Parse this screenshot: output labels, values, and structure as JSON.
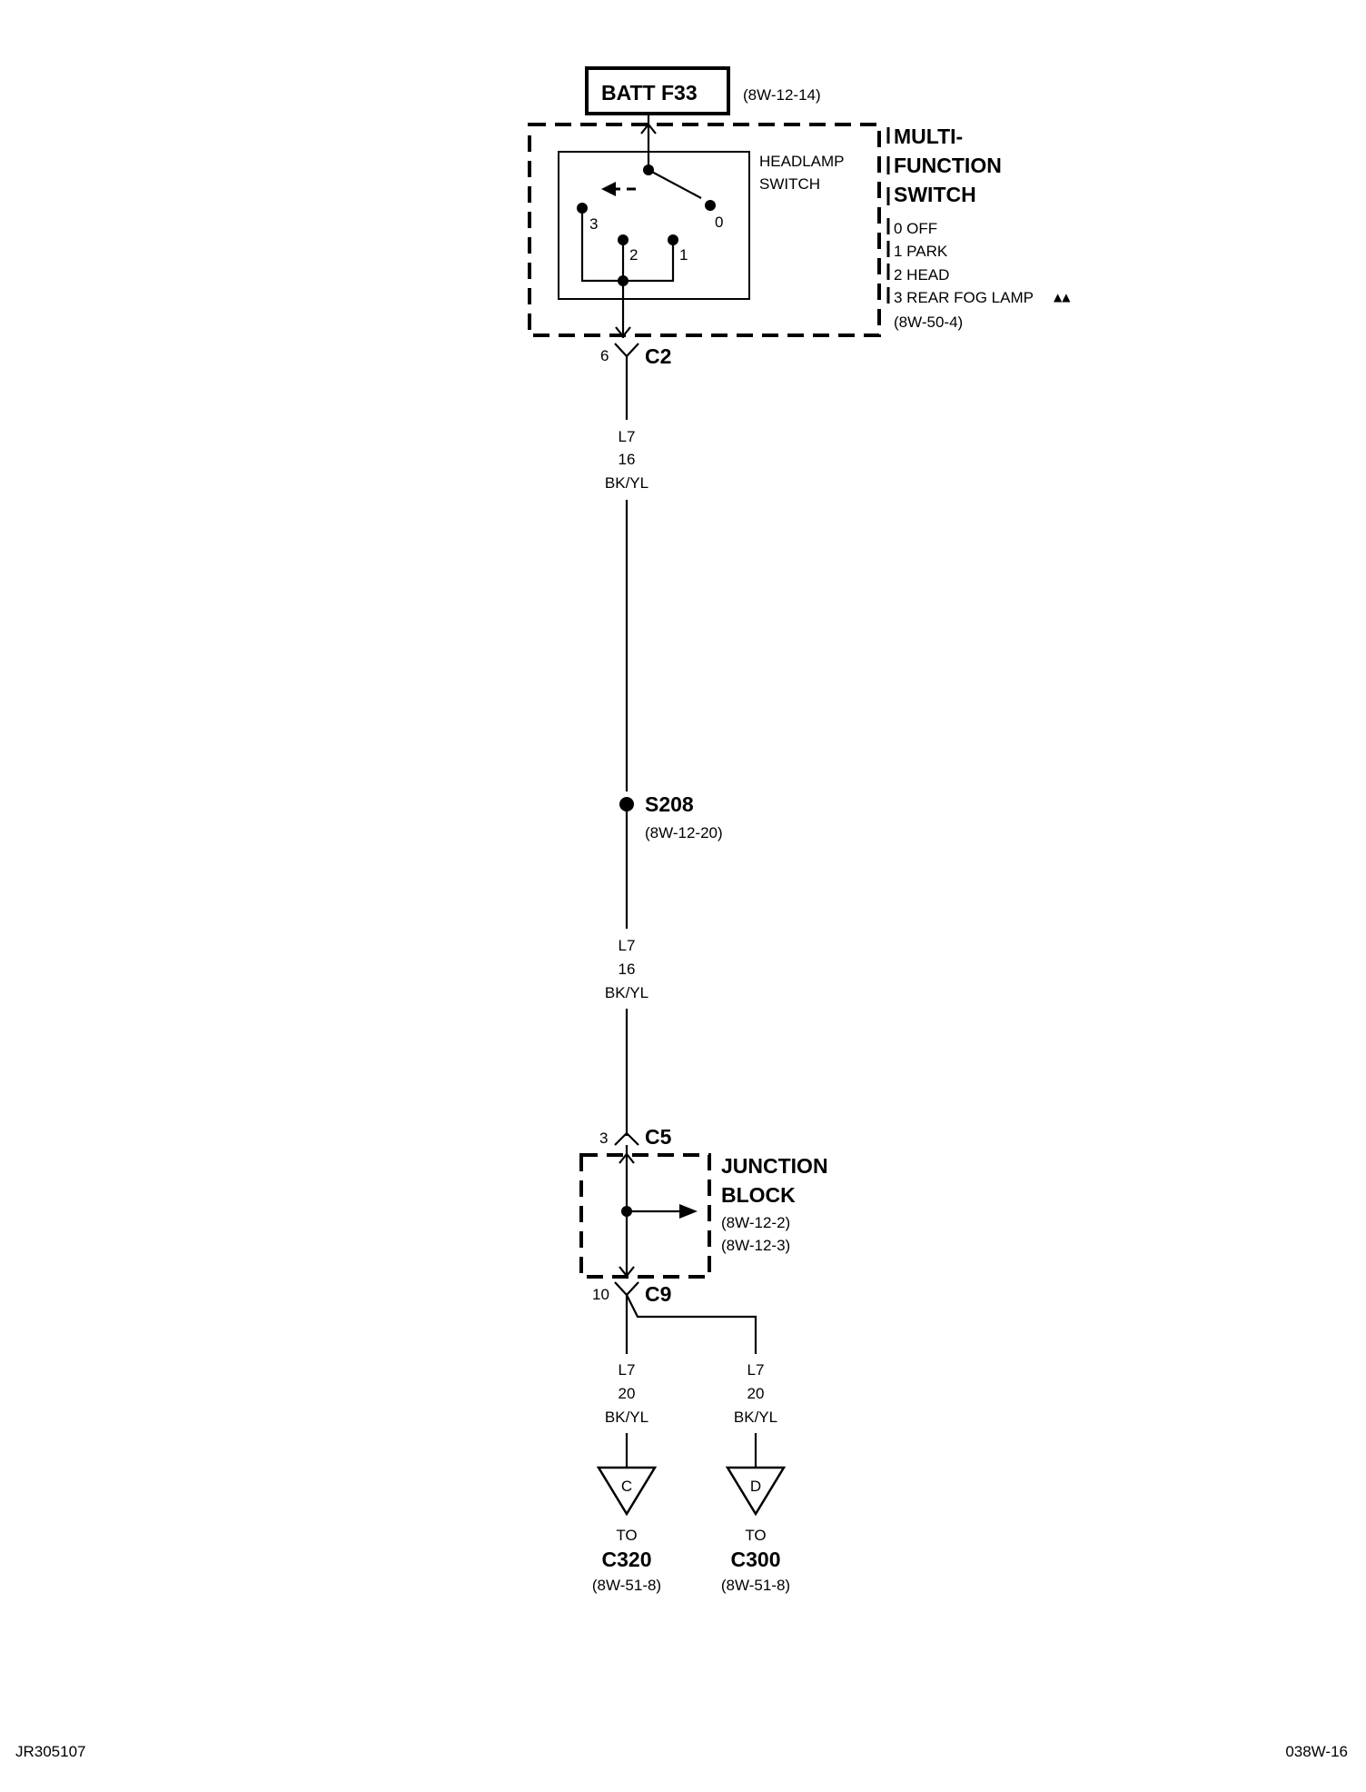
{
  "fuse": {
    "label": "BATT F33",
    "ref": "(8W-12-14)"
  },
  "multifunction_switch": {
    "title_lines": [
      "MULTI-",
      "FUNCTION",
      "SWITCH"
    ],
    "inner_label_lines": [
      "HEADLAMP",
      "SWITCH"
    ],
    "positions": [
      "0 OFF",
      "1 PARK",
      "2 HEAD",
      "3 REAR FOG LAMP"
    ],
    "triangles": "▲▲",
    "ref": "(8W-50-4)",
    "contacts": [
      "3",
      "2",
      "1",
      "0"
    ]
  },
  "connector_c2": {
    "pin": "6",
    "name": "C2"
  },
  "wire_top": {
    "circuit": "L7",
    "gauge": "16",
    "color": "BK/YL"
  },
  "splice": {
    "name": "S208",
    "ref": "(8W-12-20)"
  },
  "wire_mid": {
    "circuit": "L7",
    "gauge": "16",
    "color": "BK/YL"
  },
  "connector_c5": {
    "pin": "3",
    "name": "C5"
  },
  "junction_block": {
    "title_lines": [
      "JUNCTION",
      "BLOCK"
    ],
    "refs": [
      "(8W-12-2)",
      "(8W-12-3)"
    ]
  },
  "connector_c9": {
    "pin": "10",
    "name": "C9"
  },
  "wire_left": {
    "circuit": "L7",
    "gauge": "20",
    "color": "BK/YL"
  },
  "wire_right": {
    "circuit": "L7",
    "gauge": "20",
    "color": "BK/YL"
  },
  "dest_left": {
    "letter": "C",
    "to": "TO",
    "connector": "C320",
    "ref": "(8W-51-8)"
  },
  "dest_right": {
    "letter": "D",
    "to": "TO",
    "connector": "C300",
    "ref": "(8W-51-8)"
  },
  "footer": {
    "left": "JR305107",
    "right": "038W-16"
  }
}
